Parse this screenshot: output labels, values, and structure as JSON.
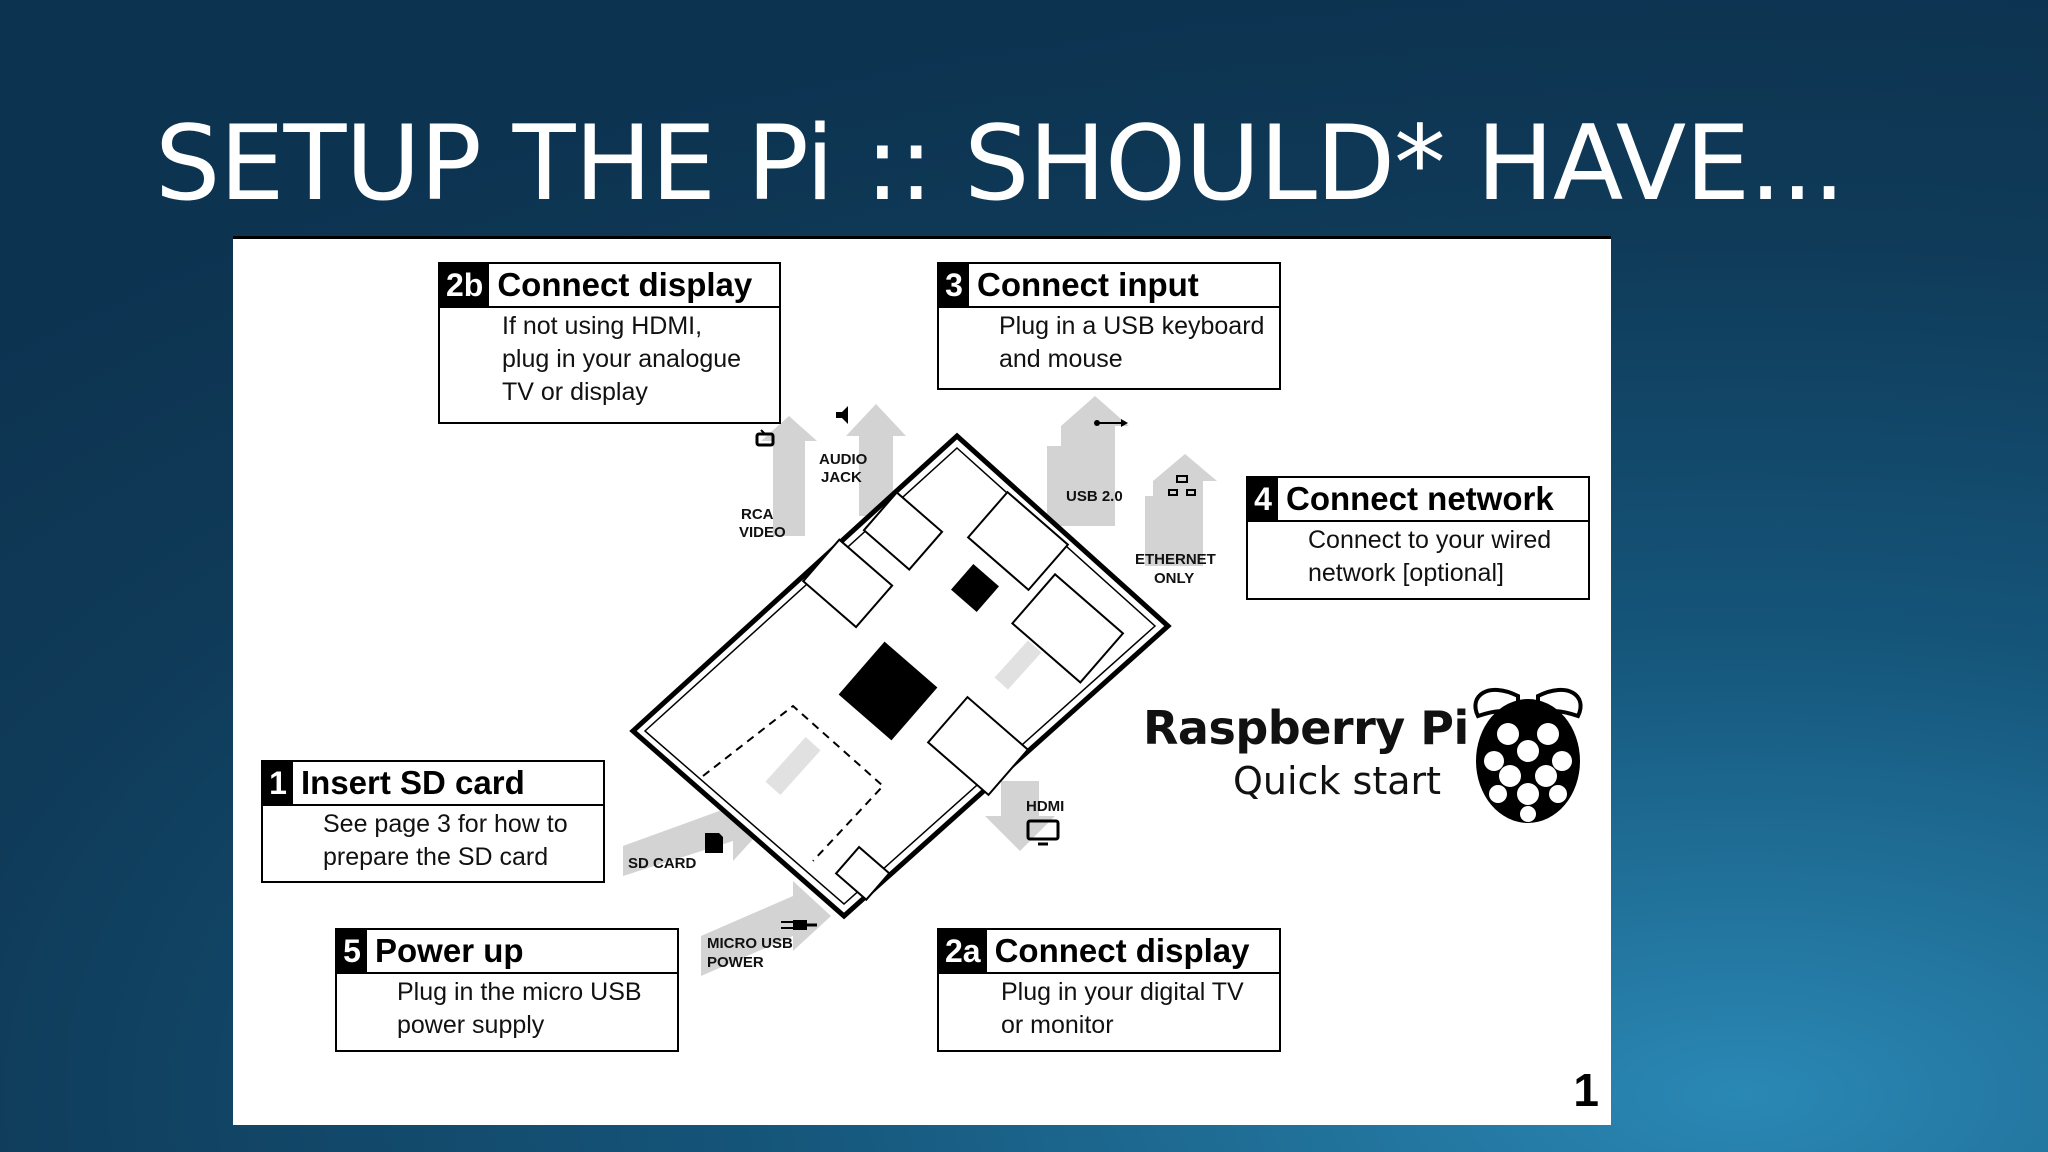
{
  "slide": {
    "title": "SETUP THE Pi :: SHOULD* HAVE..."
  },
  "guide": {
    "brand_title": "Raspberry Pi",
    "brand_subtitle": "Quick start",
    "page_number": "1",
    "steps": [
      {
        "num": "2b",
        "heading": "Connect display",
        "body": "If not using HDMI,\nplug in your analogue\nTV or display"
      },
      {
        "num": "3",
        "heading": "Connect input",
        "body": "Plug in a USB keyboard\nand mouse"
      },
      {
        "num": "4",
        "heading": "Connect network",
        "body": "Connect to your wired\nnetwork [optional]"
      },
      {
        "num": "1",
        "heading": "Insert SD card",
        "body": "See page 3 for how to\nprepare the SD card"
      },
      {
        "num": "5",
        "heading": "Power up",
        "body": "Plug in the micro USB\npower supply"
      },
      {
        "num": "2a",
        "heading": "Connect display",
        "body": "Plug in your digital  TV\nor monitor"
      }
    ],
    "port_labels": {
      "rca_1": "RCA",
      "rca_2": "VIDEO",
      "audio_1": "AUDIO",
      "audio_2": "JACK",
      "usb": "USB 2.0",
      "eth_1": "ETHERNET",
      "eth_2": "ONLY",
      "hdmi": "HDMI",
      "sd": "SD CARD",
      "power_1": "MICRO USB",
      "power_2": "POWER"
    }
  }
}
